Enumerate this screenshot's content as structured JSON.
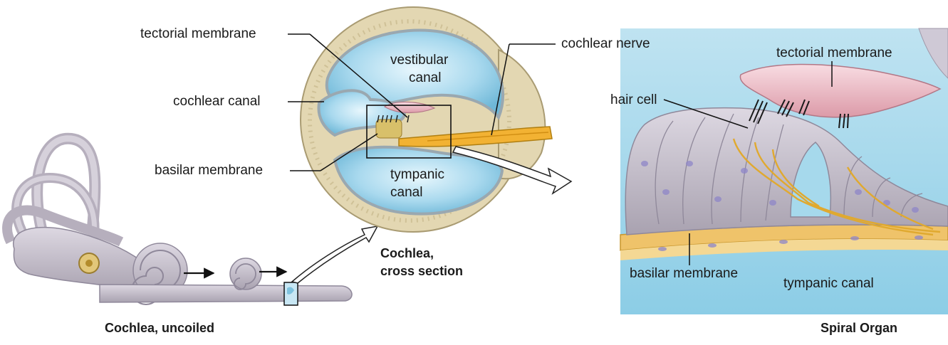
{
  "labels": {
    "tectorial_membrane_left": "tectorial membrane",
    "cochlear_canal": "cochlear canal",
    "basilar_membrane_left": "basilar membrane",
    "vestibular_canal_1": "vestibular",
    "vestibular_canal_2": "canal",
    "tympanic_canal_center_1": "tympanic",
    "tympanic_canal_center_2": "canal",
    "cochlear_nerve": "cochlear nerve",
    "cross_section_1": "Cochlea,",
    "cross_section_2": "cross section",
    "uncoiled": "Cochlea, uncoiled",
    "tectorial_membrane_right": "tectorial membrane",
    "hair_cell": "hair cell",
    "basilar_membrane_right": "basilar membrane",
    "tympanic_canal_right": "tympanic canal",
    "spiral_organ": "Spiral Organ"
  },
  "colors": {
    "bone": "#e3d7b2",
    "canal_blue": "#a9d9ee",
    "membrane_gray": "#c9c3cf",
    "tectorial_pink": "#f1bfc9",
    "nerve_yellow": "#f2b233",
    "panel_blue": "#a6d9ec"
  }
}
